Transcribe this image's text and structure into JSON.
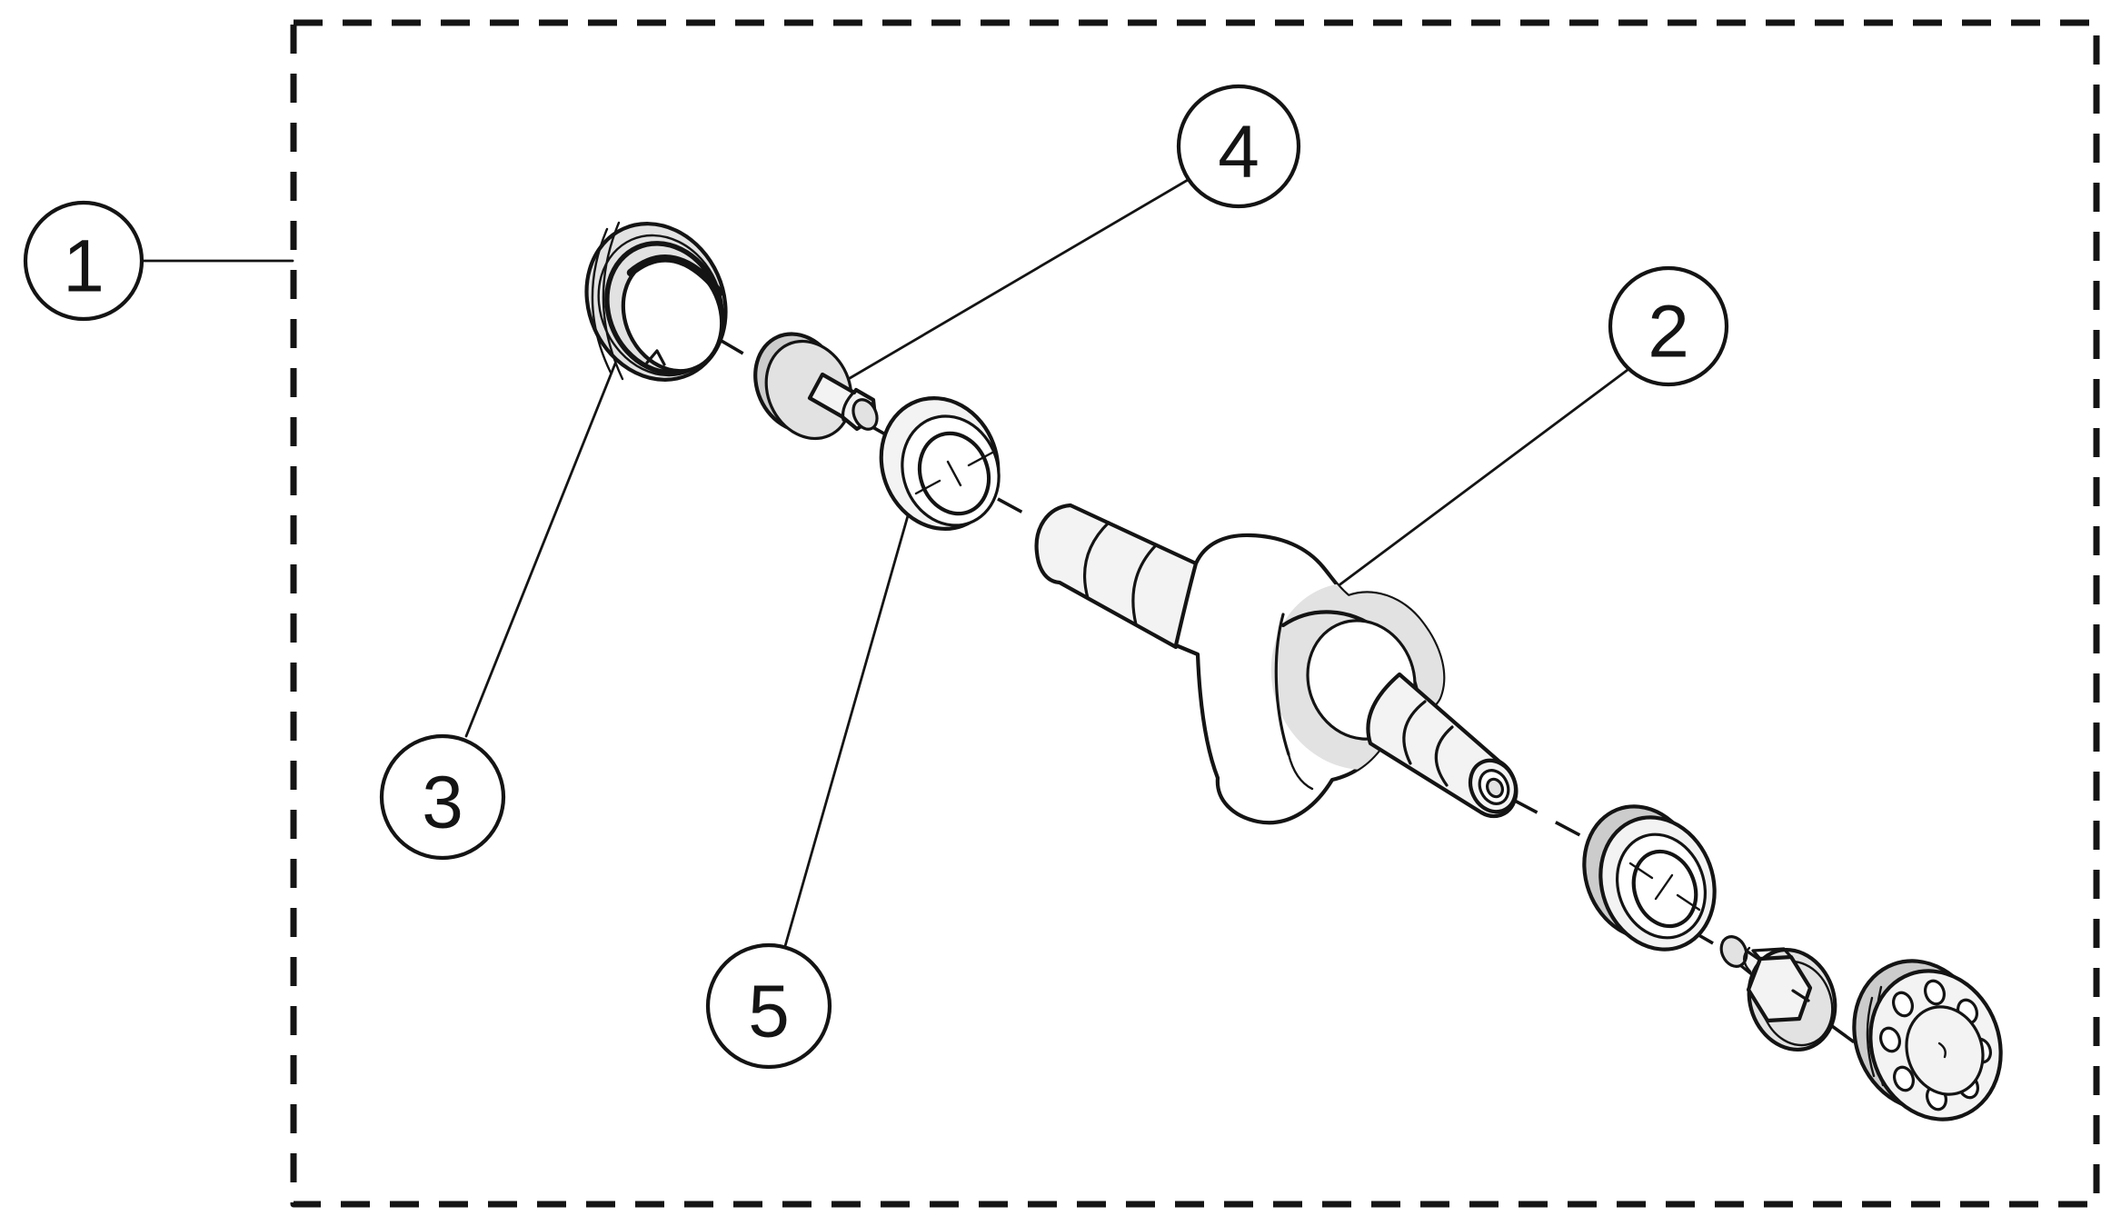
{
  "figure": {
    "kind": "exploded-parts-diagram",
    "background_color": "#ffffff",
    "line_color": "#141414",
    "fill_white": "#ffffff",
    "fill_light": "#f3f3f3",
    "fill_mid": "#e2e2e2",
    "fill_dark": "#cccccc"
  },
  "boundary": {
    "style": "dashed-rectangle",
    "callout_label": "1"
  },
  "callouts": [
    {
      "label": "1",
      "points_to": "assembly-boundary"
    },
    {
      "label": "2",
      "points_to": "crankshaft"
    },
    {
      "label": "3",
      "points_to": "end-cap-seal"
    },
    {
      "label": "4",
      "points_to": "stub-pin-with-washer"
    },
    {
      "label": "5",
      "points_to": "flanged-bushing"
    }
  ],
  "unlabeled_parts": [
    "thrust-washer",
    "hex-flange-bolt",
    "drive-flange-disc"
  ]
}
